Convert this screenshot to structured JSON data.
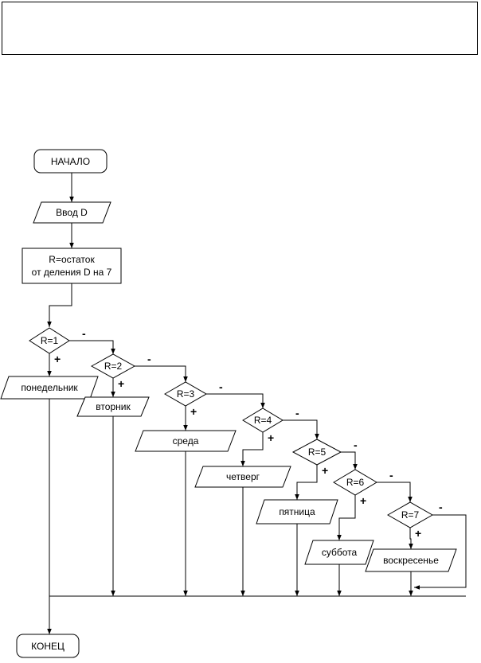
{
  "start": "НАЧАЛО",
  "input": "Ввод D",
  "process": [
    "R=остаток",
    "от деления D на 7"
  ],
  "conditions": [
    "R=1",
    "R=2",
    "R=3",
    "R=4",
    "R=5",
    "R=6",
    "R=7"
  ],
  "outputs": [
    "понедельник",
    "вторник",
    "среда",
    "четверг",
    "пятница",
    "суббота",
    "воскресенье"
  ],
  "yes_sign": "+",
  "no_sign": "-",
  "end": "КОНЕЦ"
}
